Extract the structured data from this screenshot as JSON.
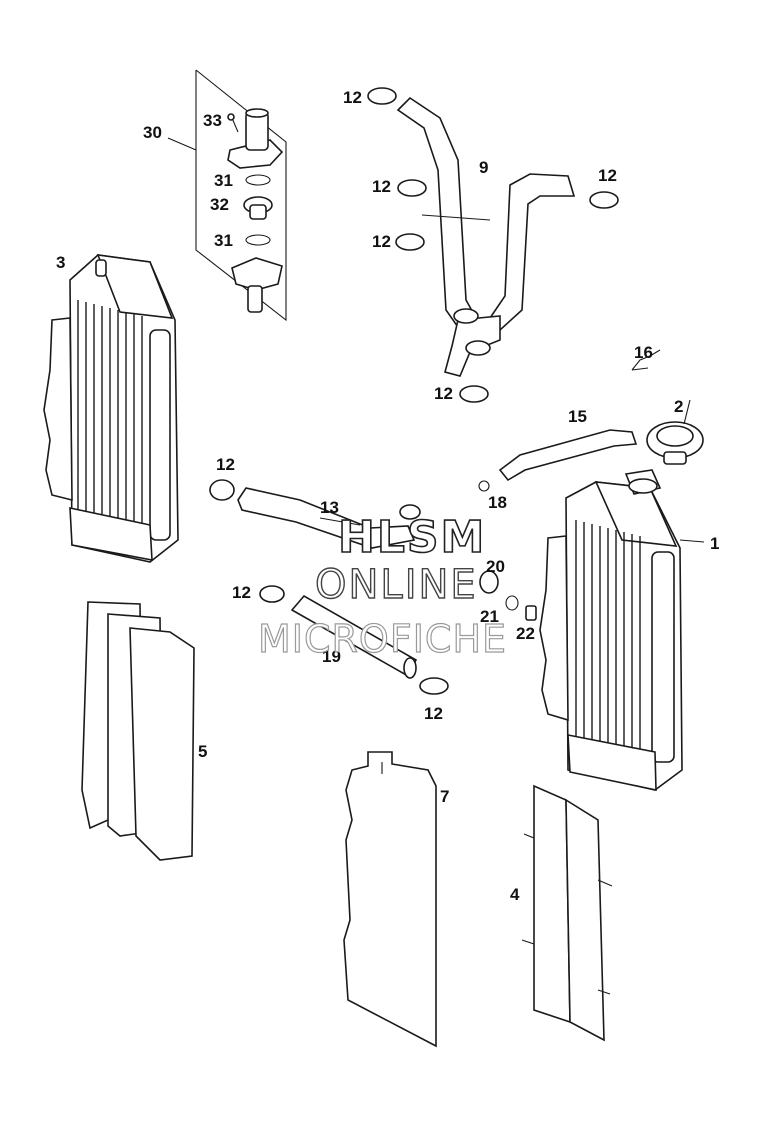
{
  "callouts": {
    "p1": "1",
    "p2": "2",
    "p3": "3",
    "p4": "4",
    "p5": "5",
    "p7": "7",
    "p9": "9",
    "p12a": "12",
    "p12b": "12",
    "p12c": "12",
    "p12d": "12",
    "p12e": "12",
    "p12f": "12",
    "p12g": "12",
    "p12h": "12",
    "p13": "13",
    "p15": "15",
    "p16": "16",
    "p18": "18",
    "p19": "19",
    "p20": "20",
    "p21": "21",
    "p22": "22",
    "p30": "30",
    "p31a": "31",
    "p31b": "31",
    "p32": "32",
    "p33": "33"
  },
  "watermark": {
    "line1": "HLSM",
    "line2": "ONLINE",
    "line3": "MICROFICHE"
  }
}
